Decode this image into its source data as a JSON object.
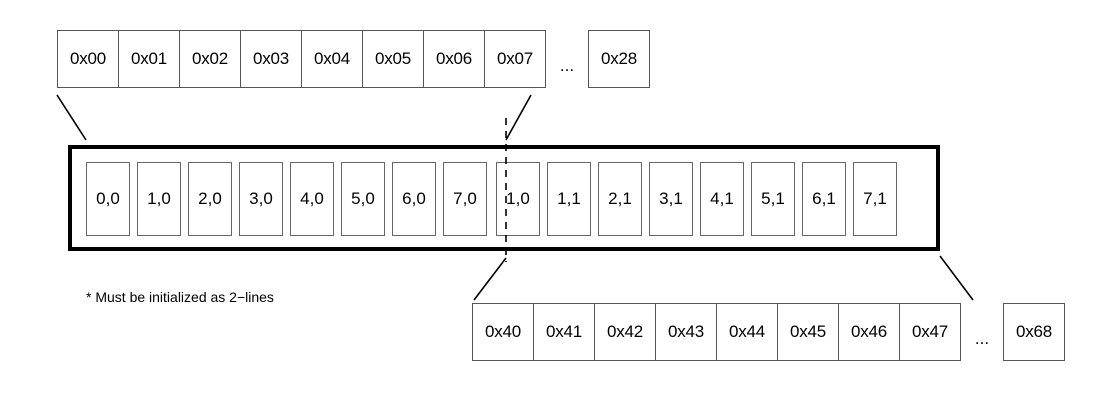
{
  "diagram": {
    "note": "* Must be initialized as 2−lines",
    "top_row": {
      "name": "upper-address-range",
      "cells": [
        "0x00",
        "0x01",
        "0x02",
        "0x03",
        "0x04",
        "0x05",
        "0x06",
        "0x07"
      ],
      "ellipsis": "...",
      "tail_cell": "0x28"
    },
    "bottom_row": {
      "name": "lower-address-range",
      "cells": [
        "0x40",
        "0x41",
        "0x42",
        "0x43",
        "0x44",
        "0x45",
        "0x46",
        "0x47"
      ],
      "ellipsis": "...",
      "tail_cell": "0x68"
    },
    "cache_row": {
      "name": "cache-line-buffer",
      "left_group": [
        "0,0",
        "1,0",
        "2,0",
        "3,0",
        "4,0",
        "5,0",
        "6,0",
        "7,0"
      ],
      "right_group": [
        "1,0",
        "1,1",
        "2,1",
        "3,1",
        "4,1",
        "5,1",
        "6,1",
        "7,1"
      ]
    },
    "colors": {
      "frame": "#000000",
      "cell_border": "#555555",
      "inner_cell_border": "#666666",
      "background": "#ffffff",
      "text": "#000000"
    }
  }
}
